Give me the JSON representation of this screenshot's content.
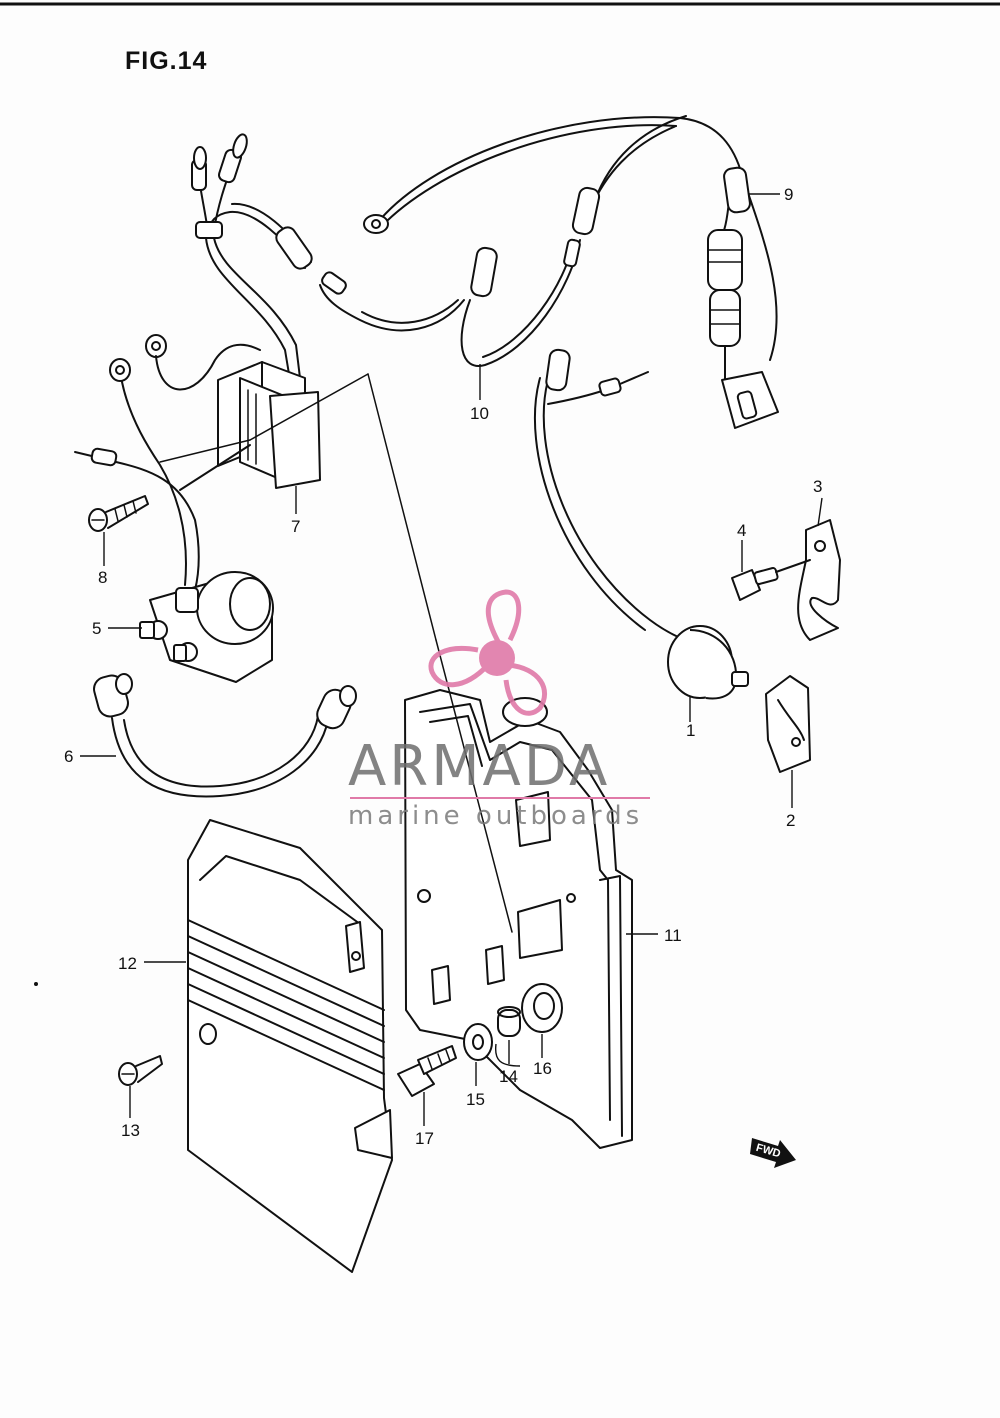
{
  "figure": {
    "title": "FIG.14"
  },
  "parts": [
    {
      "id": "1",
      "label": "1"
    },
    {
      "id": "2",
      "label": "2"
    },
    {
      "id": "3",
      "label": "3"
    },
    {
      "id": "4",
      "label": "4"
    },
    {
      "id": "5",
      "label": "5"
    },
    {
      "id": "6",
      "label": "6"
    },
    {
      "id": "7",
      "label": "7"
    },
    {
      "id": "8",
      "label": "8"
    },
    {
      "id": "9",
      "label": "9"
    },
    {
      "id": "10",
      "label": "10"
    },
    {
      "id": "11",
      "label": "11"
    },
    {
      "id": "12",
      "label": "12"
    },
    {
      "id": "13",
      "label": "13"
    },
    {
      "id": "14",
      "label": "14"
    },
    {
      "id": "15",
      "label": "15"
    },
    {
      "id": "16",
      "label": "16"
    },
    {
      "id": "17",
      "label": "17"
    }
  ],
  "watermark": {
    "brand": "ARMADA",
    "tagline": "marine outboards",
    "logo": "propeller-logo",
    "accent_color": "#e07aa8",
    "text_color": "#6e6e6e"
  },
  "direction_badge": {
    "label": "FWD",
    "icon": "arrow-right-icon"
  },
  "colors": {
    "ink": "#111111",
    "paper": "#fdfdfd"
  }
}
